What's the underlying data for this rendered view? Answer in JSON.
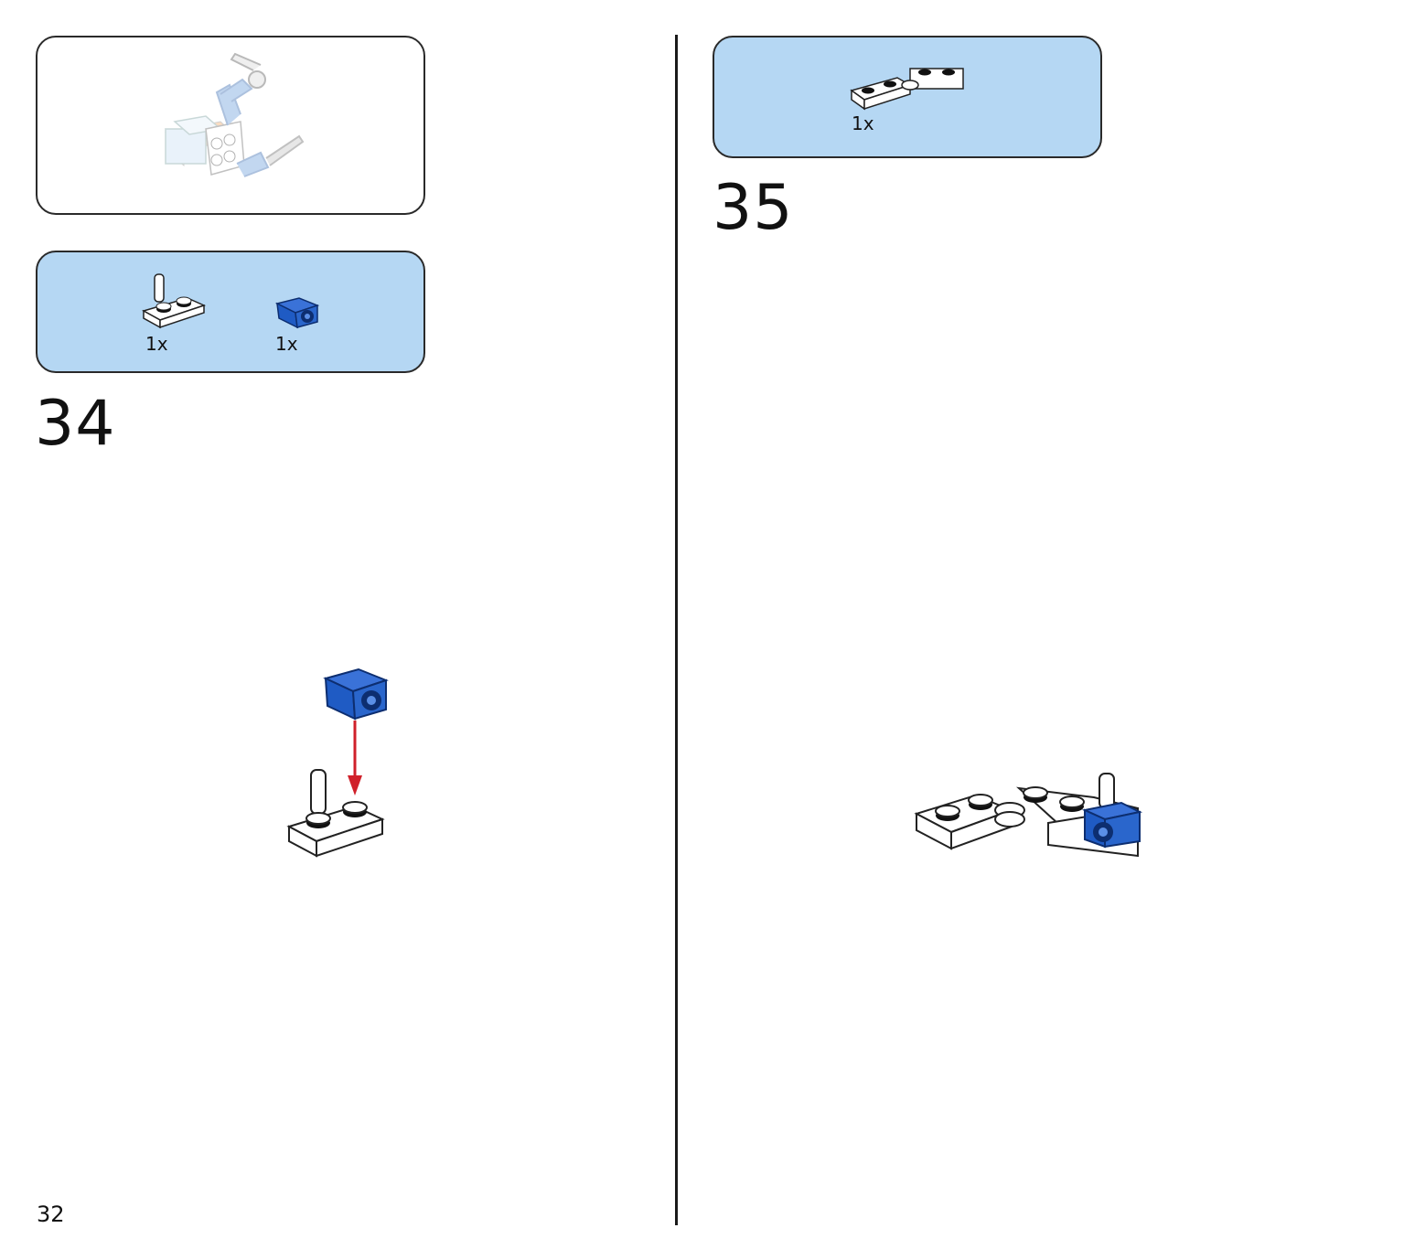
{
  "page": {
    "number": "32"
  },
  "left": {
    "preview_box": {
      "icon": "submodel-preview"
    },
    "parts_box": {
      "parts": [
        {
          "icon": "white-plate-1x2-with-pin",
          "qty": "1x"
        },
        {
          "icon": "blue-bracket-with-pin-hole",
          "qty": "1x"
        }
      ]
    },
    "step": {
      "number": "34"
    },
    "assembly": {
      "icon": "step-34-assembly",
      "arrow_color": "#d0202a"
    }
  },
  "right": {
    "parts_box": {
      "parts": [
        {
          "icon": "white-hinge-plate-assembly",
          "qty": "1x"
        }
      ]
    },
    "step": {
      "number": "35"
    },
    "assembly": {
      "icon": "step-35-assembly"
    }
  },
  "colors": {
    "callout_blue": "#b5d7f3",
    "brick_blue": "#1f5bc4",
    "brick_white": "#ffffff",
    "arrow_red": "#d0202a"
  }
}
